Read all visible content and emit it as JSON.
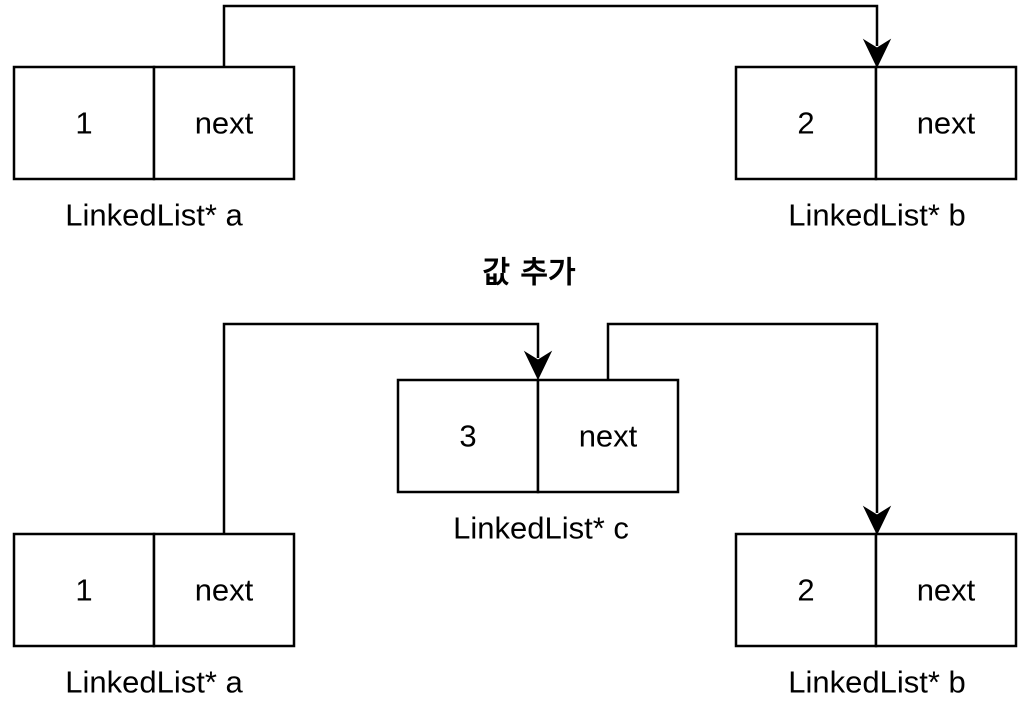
{
  "title": "값 추가",
  "before": {
    "node_a": {
      "value": "1",
      "pointer": "next",
      "caption": "LinkedList* a"
    },
    "node_b": {
      "value": "2",
      "pointer": "next",
      "caption": "LinkedList* b"
    }
  },
  "after": {
    "node_a": {
      "value": "1",
      "pointer": "next",
      "caption": "LinkedList* a"
    },
    "node_c": {
      "value": "3",
      "pointer": "next",
      "caption": "LinkedList* c"
    },
    "node_b": {
      "value": "2",
      "pointer": "next",
      "caption": "LinkedList* b"
    }
  },
  "colors": {
    "stroke": "#000000",
    "background": "#ffffff"
  }
}
